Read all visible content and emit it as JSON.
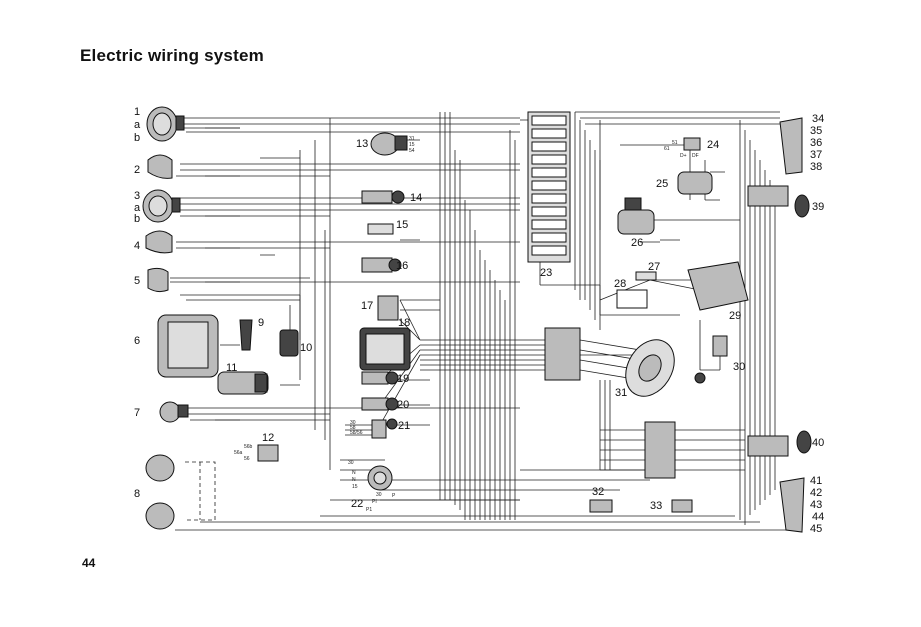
{
  "page": {
    "title": "Electric wiring system",
    "page_number": "44"
  },
  "labels": {
    "1": "1",
    "a1": "a",
    "b1": "b",
    "2": "2",
    "3": "3",
    "a3": "a",
    "b3": "b",
    "4": "4",
    "5": "5",
    "6": "6",
    "7": "7",
    "8": "8",
    "9": "9",
    "10": "10",
    "11": "11",
    "12": "12",
    "13": "13",
    "14": "14",
    "15": "15",
    "16": "16",
    "17": "17",
    "18": "18",
    "19": "19",
    "20": "20",
    "21": "21",
    "22": "22",
    "23": "23",
    "24": "24",
    "25": "25",
    "26": "26",
    "27": "27",
    "28": "28",
    "29": "29",
    "30": "30",
    "31": "31",
    "32": "32",
    "33": "33",
    "34": "34",
    "35": "35",
    "36": "36",
    "37": "37",
    "38": "38",
    "39": "39",
    "40": "40",
    "41": "41",
    "42": "42",
    "43": "43",
    "44": "44",
    "45": "45"
  },
  "terminal_labels": {
    "t31": "31",
    "t15": "15",
    "t54": "54",
    "t51": "51",
    "t61": "61",
    "tD": "D+",
    "tDF": "DF",
    "t56b": "56b",
    "t56a": "56a",
    "t56": "56",
    "t30a": "30",
    "t58": "58",
    "t58b": "58/56",
    "t30b": "30",
    "tN1": "N",
    "tN2": "N",
    "t15b": "15",
    "t30c": "30",
    "tP": "P",
    "tPI": "PI",
    "tP1": "P1"
  },
  "colors": {
    "ink": "#111111",
    "paper": "#ffffff",
    "component_fill": "#bbbbbb"
  }
}
